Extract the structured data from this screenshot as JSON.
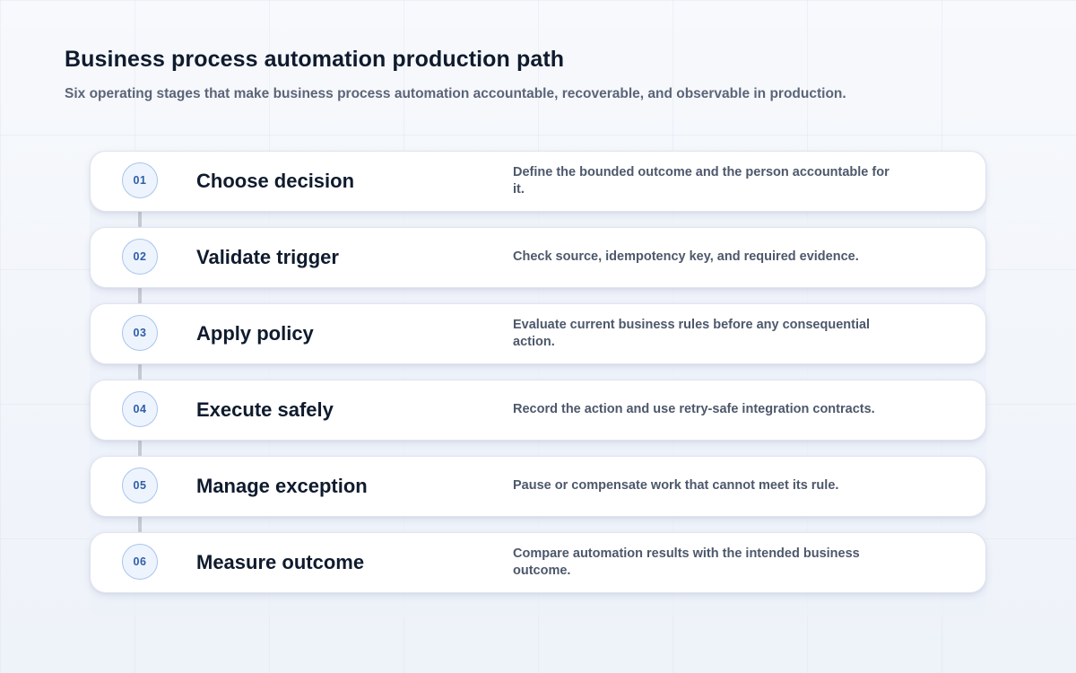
{
  "header": {
    "title": "Business process automation production path",
    "subtitle": "Six operating stages that make business process automation accountable, recoverable, and observable in production."
  },
  "theme": {
    "accent": "#2f5ea8",
    "badge_border": "#a9c4ef",
    "badge_fill": "#eef4fd",
    "connector": "#c6cad2"
  },
  "stages": [
    {
      "number": "01",
      "title": "Choose decision",
      "description": "Define the bounded outcome and the person accountable for it."
    },
    {
      "number": "02",
      "title": "Validate trigger",
      "description": "Check source, idempotency key, and required evidence."
    },
    {
      "number": "03",
      "title": "Apply policy",
      "description": "Evaluate current business rules before any consequential action."
    },
    {
      "number": "04",
      "title": "Execute safely",
      "description": "Record the action and use retry-safe integration contracts."
    },
    {
      "number": "05",
      "title": "Manage exception",
      "description": "Pause or compensate work that cannot meet its rule."
    },
    {
      "number": "06",
      "title": "Measure outcome",
      "description": "Compare automation results with the intended business outcome."
    }
  ]
}
